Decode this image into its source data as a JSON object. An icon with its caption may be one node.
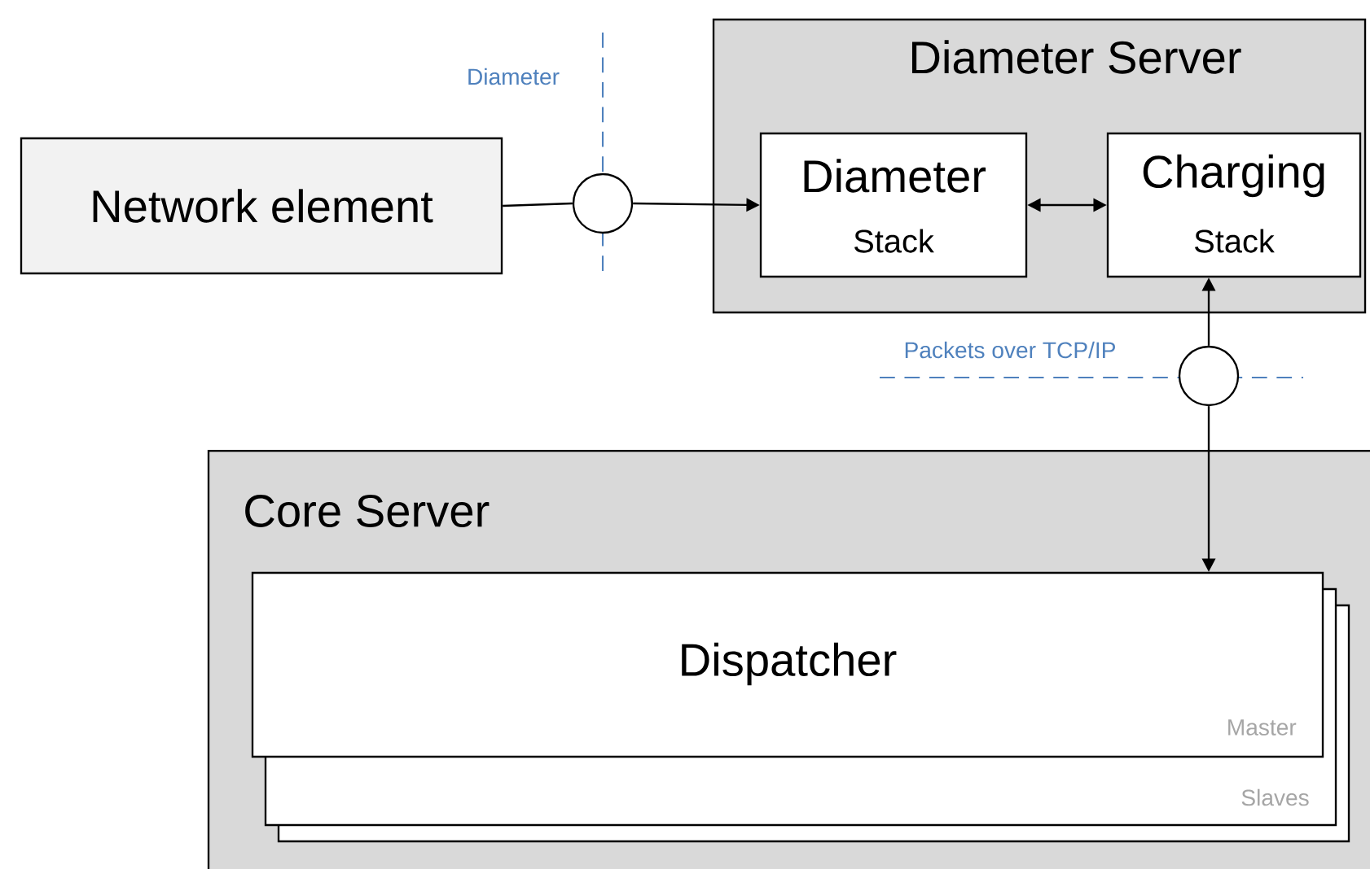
{
  "diagram": {
    "nodes": [
      {
        "text": [
          "Network element"
        ]
      },
      {
        "text": [],
        "shape": "circle"
      },
      {
        "text": [
          "Diameter Server"
        ]
      },
      {
        "text": [
          "Diameter",
          "Stack"
        ],
        "in": 2
      },
      {
        "text": [
          "Charging",
          "Stack"
        ],
        "in": 2
      },
      {
        "text": [],
        "shape": "circle"
      },
      {
        "text": [
          "Core Server"
        ]
      },
      {
        "text": [
          "Dispatcher",
          "Master"
        ],
        "in": 6
      },
      {
        "text": [
          "Slaves"
        ],
        "in": 6
      }
    ],
    "edges": [
      {
        "from": 0,
        "to": 1,
        "arrow": "none"
      },
      {
        "from": 1,
        "to": 3,
        "arrow": "to"
      },
      {
        "from": 3,
        "to": 4,
        "arrow": "both"
      },
      {
        "from": 5,
        "to": 4,
        "arrow": "to"
      },
      {
        "from": 5,
        "to": 7,
        "arrow": "to"
      }
    ],
    "labels": [
      "Diameter",
      "Packets over TCP/IP"
    ]
  }
}
